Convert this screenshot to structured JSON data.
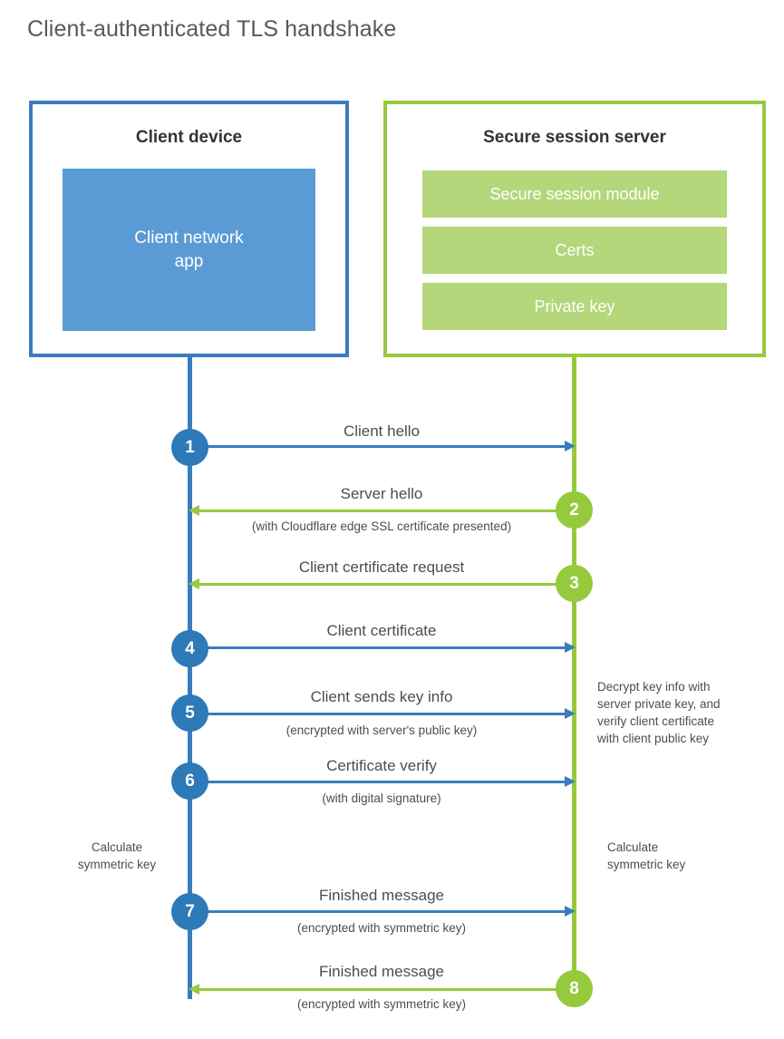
{
  "diagram": {
    "title": "Client-authenticated TLS handshake",
    "colors": {
      "client_blue": "#3a7dbf",
      "client_app_fill": "#5b9bd5",
      "server_green": "#97c93d",
      "server_bar_fill": "#b3d77a",
      "badge_blue": "#2e79b8",
      "text": "#4d4d4d"
    },
    "actors": {
      "client": {
        "title": "Client device",
        "component": "Client network\napp",
        "component_line1": "Client network",
        "component_line2": "app"
      },
      "server": {
        "title": "Secure session server",
        "components": [
          "Secure session module",
          "Certs",
          "Private key"
        ]
      }
    },
    "steps": [
      {
        "number": "1",
        "side": "client",
        "direction": "right",
        "label": "Client hello",
        "sublabel": ""
      },
      {
        "number": "2",
        "side": "server",
        "direction": "left",
        "label": "Server hello",
        "sublabel": "(with Cloudflare edge SSL certificate presented)"
      },
      {
        "number": "3",
        "side": "server",
        "direction": "left",
        "label": "Client certificate request",
        "sublabel": ""
      },
      {
        "number": "4",
        "side": "client",
        "direction": "right",
        "label": "Client certificate",
        "sublabel": ""
      },
      {
        "number": "5",
        "side": "client",
        "direction": "right",
        "label": "Client sends key info",
        "sublabel": "(encrypted with server's public key)"
      },
      {
        "number": "6",
        "side": "client",
        "direction": "right",
        "label": "Certificate verify",
        "sublabel": "(with digital signature)"
      },
      {
        "number": "7",
        "side": "client",
        "direction": "right",
        "label": "Finished message",
        "sublabel": "(encrypted with symmetric key)"
      },
      {
        "number": "8",
        "side": "server",
        "direction": "left",
        "label": "Finished message",
        "sublabel": "(encrypted with symmetric key)"
      }
    ],
    "notes": {
      "server_decrypt": "Decrypt key info with server private key, and verify client certificate with client public key",
      "server_decrypt_lines": [
        "Decrypt key info with",
        "server private key, and",
        "verify client certificate",
        "with client public key"
      ],
      "client_calculate_lines": [
        "Calculate",
        "symmetric key"
      ],
      "server_calculate_lines": [
        "Calculate",
        "symmetric key"
      ]
    }
  }
}
